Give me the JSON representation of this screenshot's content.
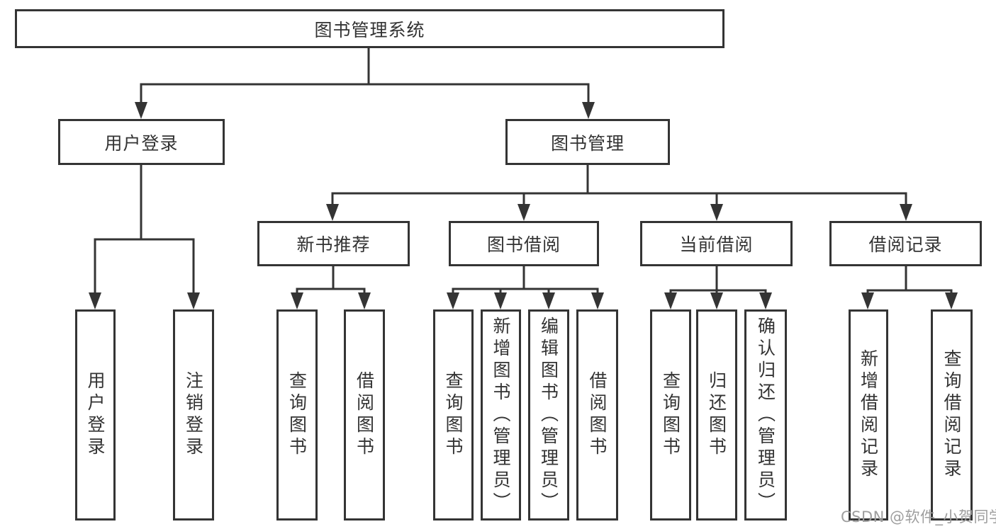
{
  "watermark": "CSDN @软件_小贺同学",
  "colors": {
    "line": "#343434",
    "box_border": "#343434",
    "text": "#333333",
    "watermark": "#9e9e9e",
    "background": "#ffffff"
  },
  "tree": {
    "root": {
      "label": "图书管理系统",
      "children": [
        {
          "label": "用户登录",
          "children": [
            {
              "label": "用户登录"
            },
            {
              "label": "注销登录"
            }
          ]
        },
        {
          "label": "图书管理",
          "children": [
            {
              "label": "新书推荐",
              "children": [
                {
                  "label": "查询图书"
                },
                {
                  "label": "借阅图书"
                }
              ]
            },
            {
              "label": "图书借阅",
              "children": [
                {
                  "label": "查询图书"
                },
                {
                  "label": "新增图书（管理员）"
                },
                {
                  "label": "编辑图书（管理员）"
                },
                {
                  "label": "借阅图书"
                }
              ]
            },
            {
              "label": "当前借阅",
              "children": [
                {
                  "label": "查询图书"
                },
                {
                  "label": "归还图书"
                },
                {
                  "label": "确认归还（管理员）"
                }
              ]
            },
            {
              "label": "借阅记录",
              "children": [
                {
                  "label": "新增借阅记录"
                },
                {
                  "label": "查询借阅记录"
                }
              ]
            }
          ]
        }
      ]
    }
  }
}
